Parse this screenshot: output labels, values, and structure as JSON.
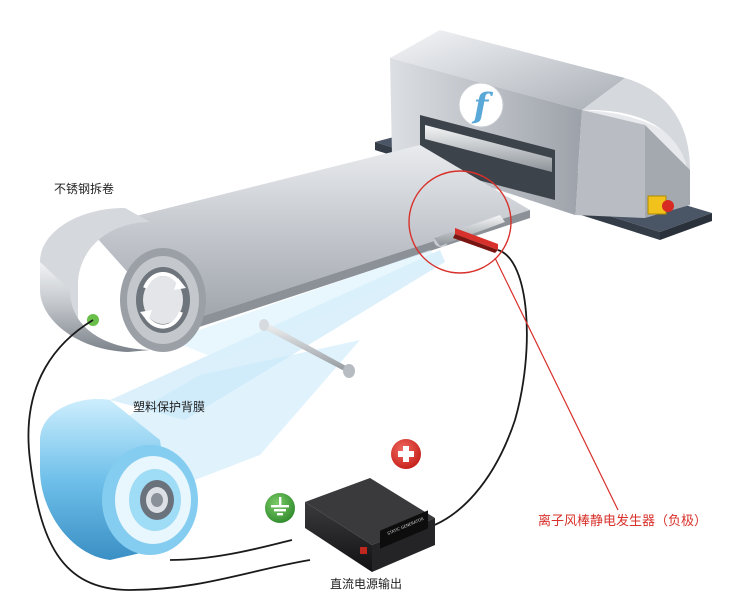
{
  "labels": {
    "unwind_roll": "不锈钢拆卷",
    "protective_film": "塑料保护背膜",
    "ion_bar": "离子风棒静电发生器（负极）",
    "dc_output": "直流电源输出"
  },
  "machine": {
    "logo_letter": "f"
  },
  "generator": {
    "panel_text": "STATIC GENERATOR"
  },
  "icons": {
    "plus": "plus-circle-icon",
    "ground": "ground-icon"
  },
  "colors": {
    "steel": "#b8bcc2",
    "film": "#7fc8ee",
    "red": "#d8302a",
    "green": "#3e9b3a",
    "machine_base": "#4a5566"
  }
}
